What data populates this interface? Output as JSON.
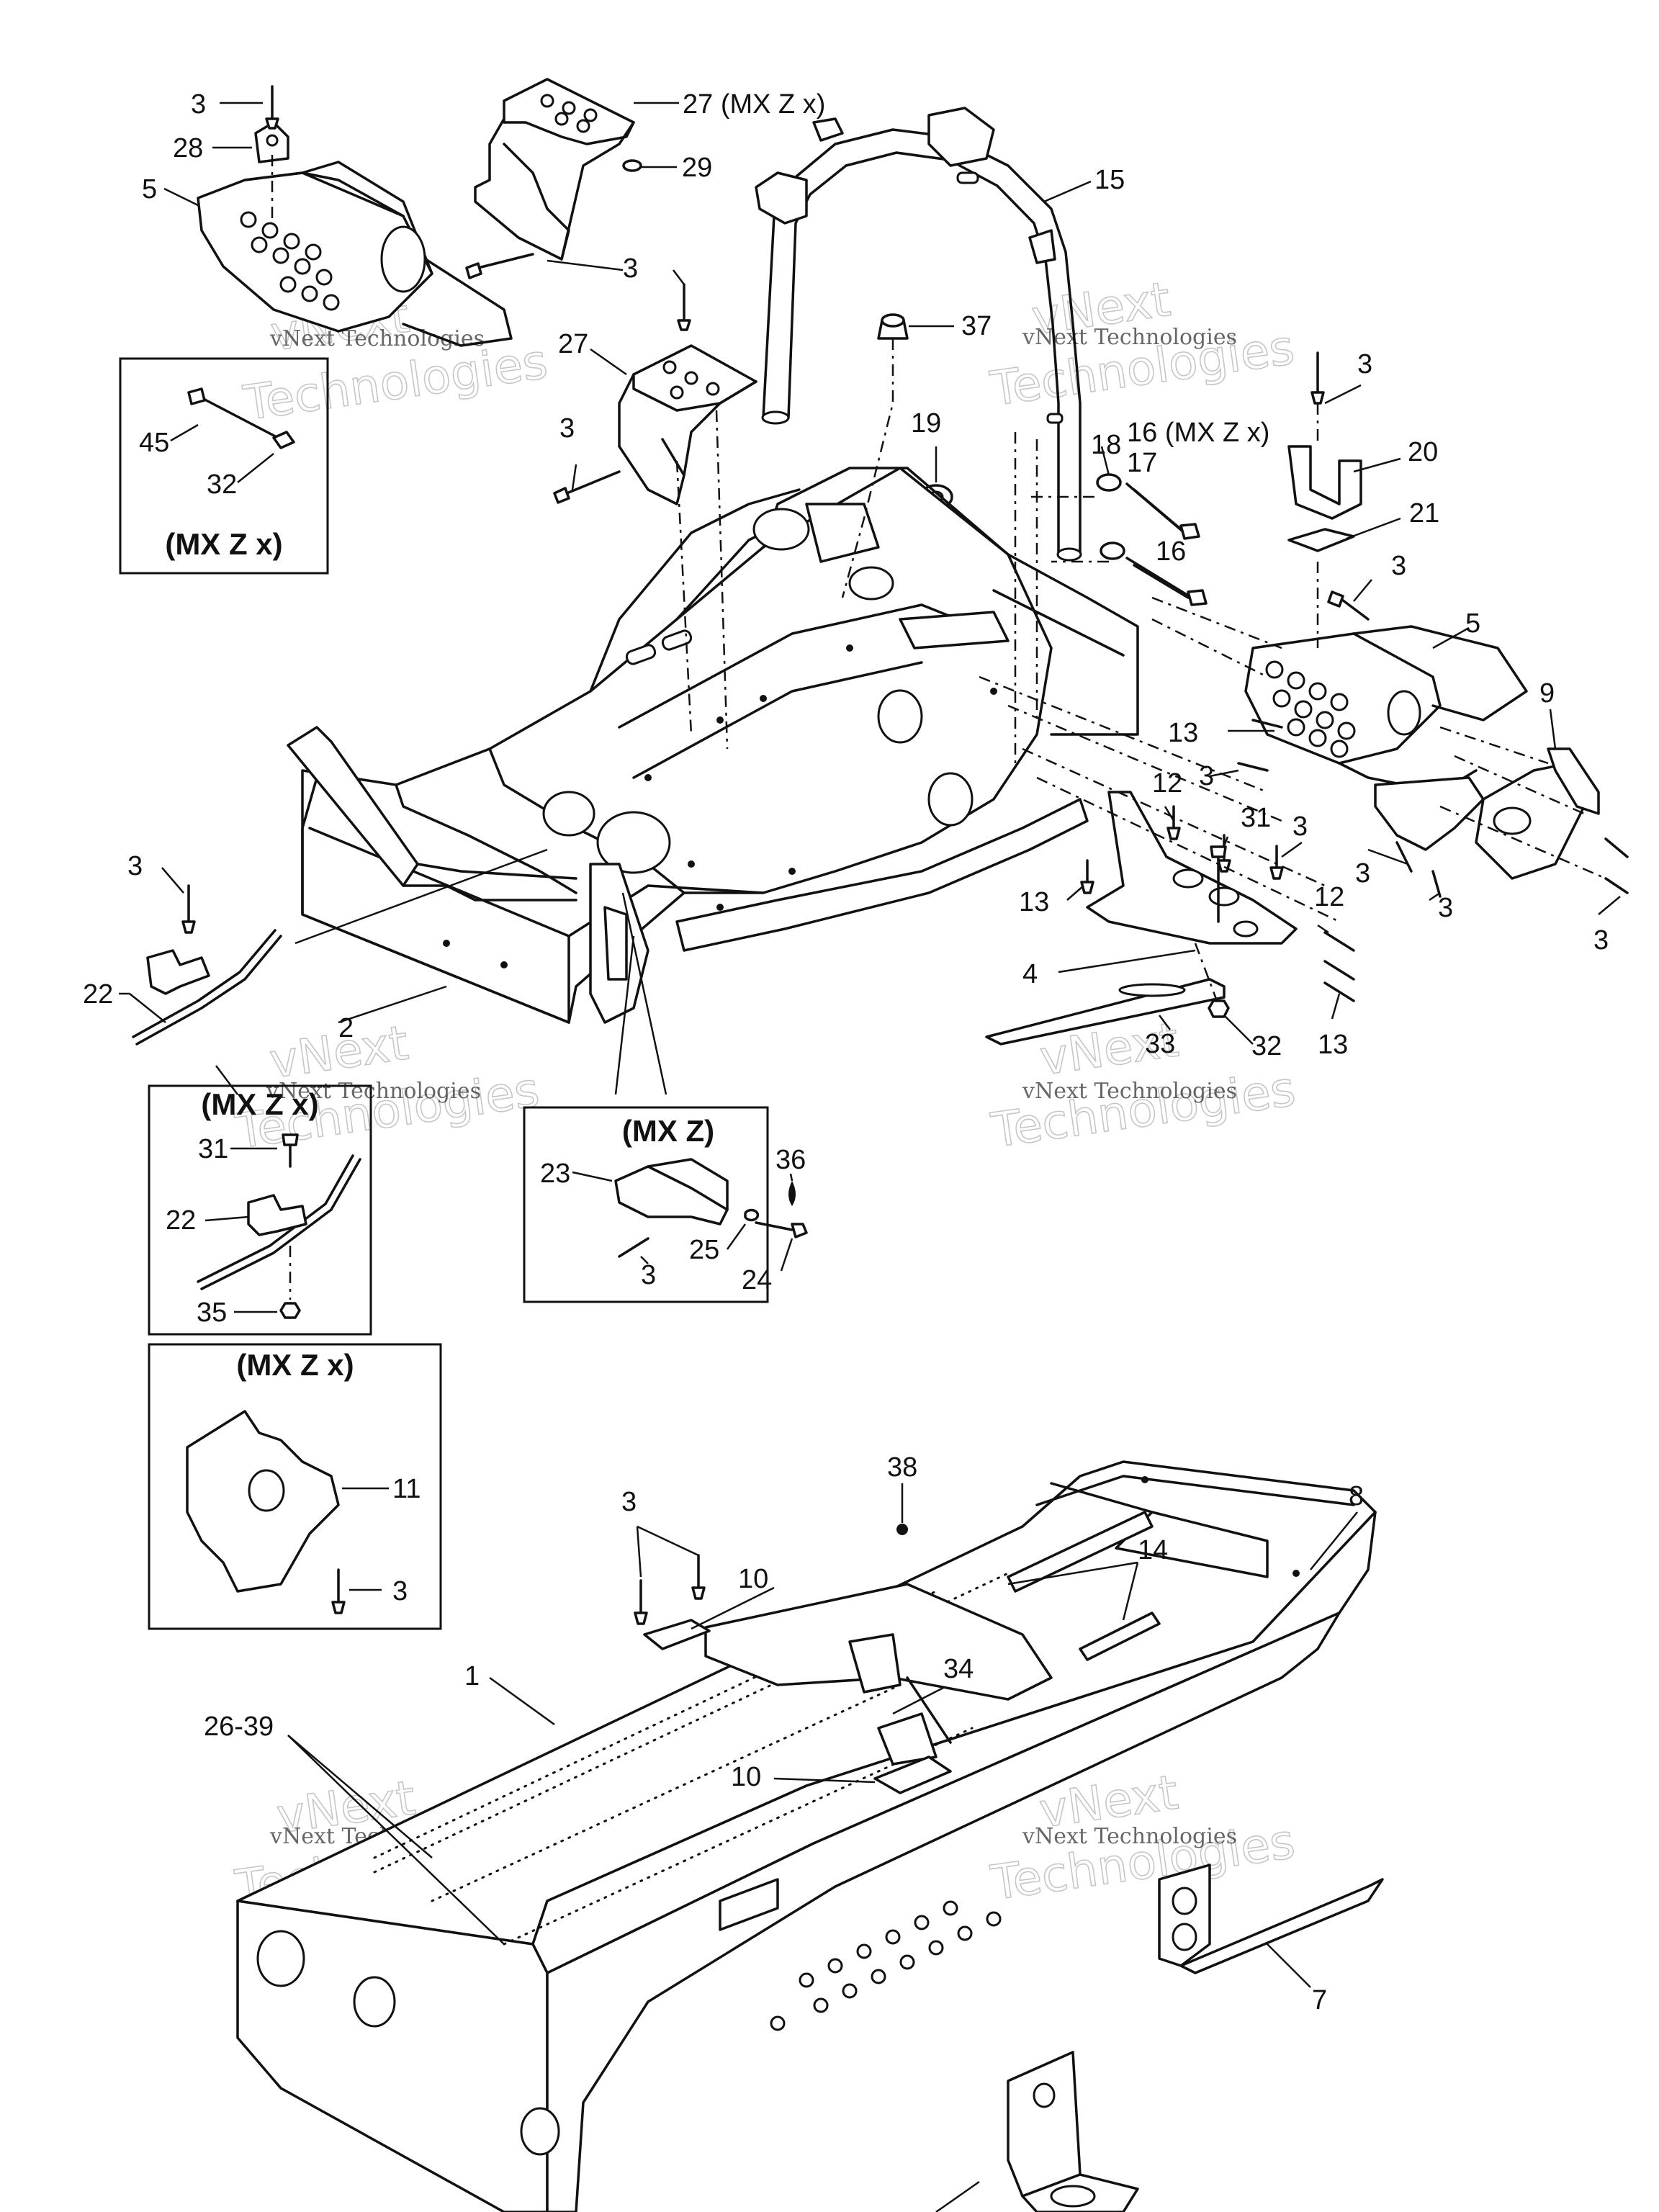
{
  "title": "",
  "labels": {
    "l3a": "3",
    "l28": "28",
    "l5a": "5",
    "l27a": "27 (MX Z x)",
    "l29": "29",
    "l3b": "3",
    "l15": "15",
    "l37": "37",
    "l27b": "27",
    "l3c": "3",
    "l19": "19",
    "l18": "18",
    "l16a": "16 (MX Z x)",
    "l17": "17",
    "l16b": "16",
    "l3d": "3",
    "l20": "20",
    "l21": "21",
    "l3e": "3",
    "l5b": "5",
    "l9": "9",
    "l13a": "13",
    "l3f": "3",
    "l12a": "12",
    "l31a": "31",
    "l3g": "3",
    "l3h": "3",
    "l3i": "3",
    "l3j": "3",
    "l13b": "13",
    "l12b": "12",
    "l4": "4",
    "l33": "33",
    "l32a": "32",
    "l13c": "13",
    "l3k": "3",
    "l22a": "22",
    "l2": "2",
    "l45": "45",
    "l32b": "32",
    "l31b": "31",
    "l22b": "22",
    "l35": "35",
    "l23": "23",
    "l36": "36",
    "l25": "25",
    "l24": "24",
    "l3l": "3",
    "l11": "11",
    "l3m": "3",
    "l3n": "3",
    "l38": "38",
    "l8": "8",
    "l14": "14",
    "l10a": "10",
    "l34": "34",
    "l1": "1",
    "l10b": "10",
    "l26": "26-39",
    "l7": "7"
  },
  "boxes": {
    "mxzx_a": "(MX Z x)",
    "mxzx_b": "(MX Z x)",
    "mxz": "(MX Z)",
    "mxzx_c": "(MX Z x)"
  },
  "watermarks": {
    "brand": "vNext Technologies",
    "line1": "vNext",
    "line2": "Technologies"
  }
}
